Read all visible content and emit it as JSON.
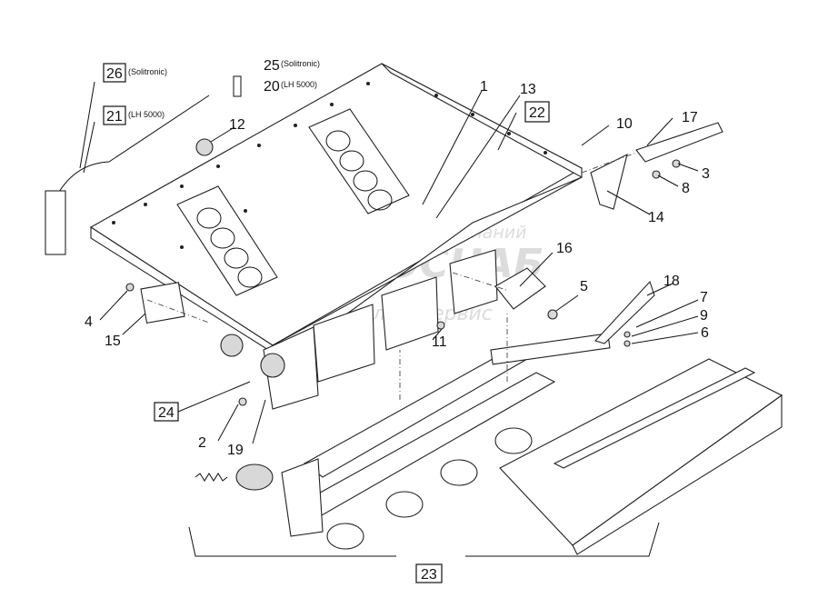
{
  "diagram": {
    "callouts": [
      {
        "num": "1"
      },
      {
        "num": "2"
      },
      {
        "num": "3"
      },
      {
        "num": "4"
      },
      {
        "num": "5"
      },
      {
        "num": "6"
      },
      {
        "num": "7"
      },
      {
        "num": "8"
      },
      {
        "num": "9"
      },
      {
        "num": "10"
      },
      {
        "num": "11"
      },
      {
        "num": "12"
      },
      {
        "num": "13"
      },
      {
        "num": "14"
      },
      {
        "num": "15"
      },
      {
        "num": "16"
      },
      {
        "num": "17"
      },
      {
        "num": "18"
      },
      {
        "num": "19"
      },
      {
        "num": "20",
        "note": "(LH 5000)"
      },
      {
        "num": "25",
        "note": "(Solitronic)"
      }
    ],
    "boxed_callouts": [
      {
        "num": "26",
        "note": "(Solitronic)"
      },
      {
        "num": "21",
        "note": "(LH 5000)"
      },
      {
        "num": "22"
      },
      {
        "num": "24"
      },
      {
        "num": "23"
      }
    ],
    "watermark": {
      "line1": "группа компаний",
      "line2": "АГРОСНАБ",
      "line3": "лекссервис"
    }
  }
}
